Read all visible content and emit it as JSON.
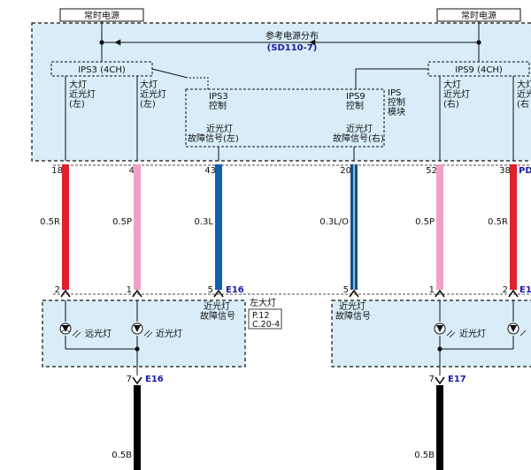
{
  "colors": {
    "panel_fill": "#d8edf8",
    "panel_border": "#111111",
    "wire_red": "#e0202c",
    "wire_pink": "#f2a0c8",
    "wire_blue": "#1060b0",
    "wire_blue_orange": "#1060b0",
    "wire_black": "#000000",
    "link_text": "#1a1aa8"
  },
  "power_boxes": {
    "left": "常时电源",
    "right": "常时电源"
  },
  "reference": {
    "title": "参考电源分布",
    "code": "(SD110-7)"
  },
  "ips_modules": {
    "ips3": "IPS3 (4CH)",
    "ips9": "IPS9 (4CH)",
    "ctrl_ips3": [
      "IPS3",
      "控制"
    ],
    "ctrl_ips9": [
      "IPS9",
      "控制"
    ],
    "module_label": [
      "IPS",
      "控制",
      "模块"
    ],
    "fault_left": [
      "近光灯",
      "故障信号(左)"
    ],
    "fault_right": [
      "近光灯",
      "故障信号(右)"
    ]
  },
  "channel_labels": {
    "ch1": [
      "大灯",
      "近光灯",
      "(左)"
    ],
    "ch2": [
      "大灯",
      "近光灯",
      "(左)"
    ],
    "ch3": [
      "大灯",
      "近光灯",
      "(右)"
    ],
    "ch4": [
      "大灯",
      "近光",
      "(右"
    ]
  },
  "top_pins": [
    "18",
    "4",
    "43",
    "20",
    "52",
    "38"
  ],
  "top_connector": "PD",
  "wire_specs": [
    "0.5R",
    "0.5P",
    "0.3L",
    "0.3L/O",
    "0.5P",
    "0.5R"
  ],
  "lamp_pins": [
    "2",
    "1",
    "5",
    "5",
    "1",
    "2"
  ],
  "lamp_connectors": {
    "left": "E16",
    "right": "E1"
  },
  "left_lamp": {
    "name": "左大灯",
    "ref1": "P.12",
    "ref2": "C.20-4",
    "high_beam": "远光灯",
    "low_beam": "近光灯",
    "fault": [
      "近光灯",
      "故障信号"
    ]
  },
  "right_lamp": {
    "fault": [
      "近光灯",
      "故障信号"
    ],
    "low_beam": "近光灯"
  },
  "ground_pins": {
    "left_pin": "7",
    "left_conn": "E16",
    "right_pin": "7",
    "right_conn": "E17"
  },
  "ground_specs": {
    "left": "0.5B",
    "right": "0.5B"
  }
}
